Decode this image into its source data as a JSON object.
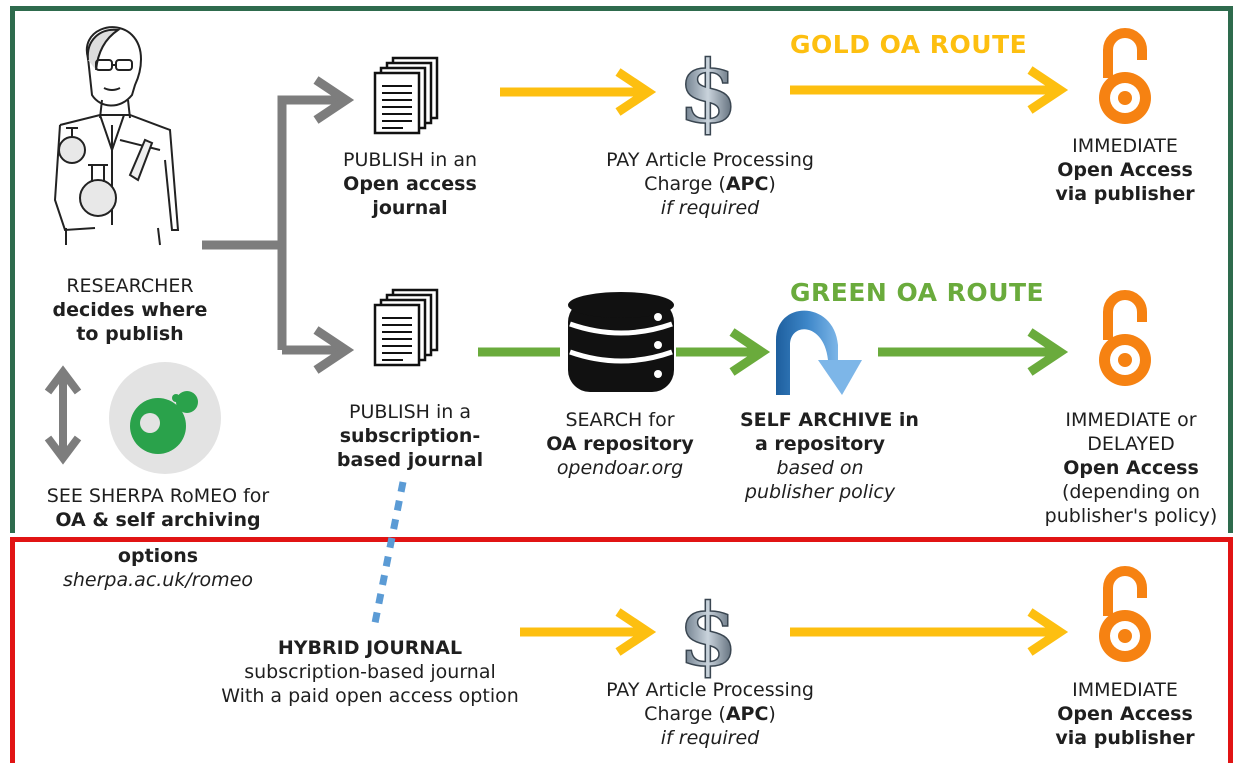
{
  "colors": {
    "frame_top": "#2e6b4d",
    "frame_bottom": "#e11414",
    "gold": "#fdbf10",
    "green": "#6aab3c",
    "grey_arrow": "#7d7d7d",
    "oa_orange": "#f68212",
    "dotted_blue": "#5b9bd5"
  },
  "researcher": {
    "icon": "researcher-illustration",
    "line1": "RESEARCHER",
    "line2": "decides where",
    "line3": "to publish"
  },
  "sherpa": {
    "icon": "sherpa-romeo-logo",
    "line1": "SEE SHERPA RoMEO for",
    "line2": "OA & self archiving",
    "line3": "options",
    "line4": "sherpa.ac.uk/romeo"
  },
  "gold": {
    "route_title": "GOLD OA ROUTE",
    "publish": {
      "line1": "PUBLISH in an",
      "line2": "Open access",
      "line3": "journal"
    },
    "pay": {
      "line1": "PAY Article Processing",
      "line2a": "Charge (",
      "line2b": "APC",
      "line2c": ")",
      "line3": "if required"
    },
    "result": {
      "line1": "IMMEDIATE",
      "line2": "Open Access",
      "line3": "via publisher"
    }
  },
  "green": {
    "route_title": "GREEN OA ROUTE",
    "publish": {
      "line1": "PUBLISH in a",
      "line2": "subscription-",
      "line3": "based journal"
    },
    "search": {
      "line1": "SEARCH for",
      "line2": "OA repository",
      "line3": "opendoar.org"
    },
    "archive": {
      "line1": "SELF ARCHIVE in",
      "line2": "a repository",
      "line3": "based on",
      "line4": "publisher policy"
    },
    "result": {
      "line1": "IMMEDIATE or",
      "line2": "DELAYED",
      "line3": "Open Access",
      "line4": "(depending on",
      "line5": "publisher's policy)"
    }
  },
  "hybrid": {
    "line1": "HYBRID JOURNAL",
    "line2": "subscription-based journal",
    "line3": "With a paid open access option",
    "pay": {
      "line1": "PAY Article Processing",
      "line2a": "Charge (",
      "line2b": "APC",
      "line2c": ")",
      "line3": "if required"
    },
    "result": {
      "line1": "IMMEDIATE",
      "line2": "Open Access",
      "line3": "via publisher"
    }
  },
  "icons": [
    "document-stack-icon",
    "dollar-icon",
    "open-access-lock-icon",
    "database-icon",
    "self-archive-arrow-icon"
  ]
}
